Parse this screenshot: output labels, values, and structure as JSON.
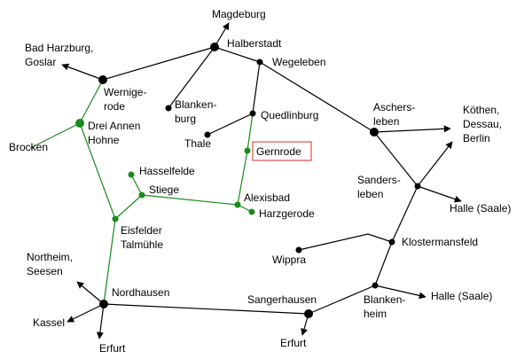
{
  "colors": {
    "narrow_gauge": "#1a8a1a",
    "standard_gauge": "#000000",
    "highlight_box": "#d62b2b",
    "background": "#ffffff"
  },
  "labels": {
    "magdeburg": "Magdeburg",
    "halberstadt": "Halberstadt",
    "bad_harzburg_1": "Bad Harzburg,",
    "bad_harzburg_2": "Goslar",
    "wegeleben": "Wegeleben",
    "wernigerode_1": "Wernige-",
    "wernigerode_2": "rode",
    "blankenburg_1": "Blanken-",
    "blankenburg_2": "burg",
    "quedlinburg": "Quedlinburg",
    "drei_annen_1": "Drei Annen",
    "drei_annen_2": "Hohne",
    "aschersleben_1": "Aschers-",
    "aschersleben_2": "leben",
    "koethen_1": "Köthen,",
    "koethen_2": "Dessau,",
    "koethen_3": "Berlin",
    "brocken": "Brocken",
    "thale": "Thale",
    "gernrode": "Gernrode",
    "hasselfelde": "Hasselfelde",
    "stiege": "Stiege",
    "sandersleben_1": "Sanders-",
    "sandersleben_2": "leben",
    "alexisbad": "Alexisbad",
    "harzgerode": "Harzgerode",
    "halle_upper": "Halle (Saale)",
    "eisfelder_1": "Eisfelder",
    "eisfelder_2": "Talmühle",
    "klostermansfeld": "Klostermansfeld",
    "northeim_1": "Northeim,",
    "northeim_2": "Seesen",
    "wippra": "Wippra",
    "nordhausen": "Nordhausen",
    "sangerhausen": "Sangerhausen",
    "blankenheim_1": "Blanken-",
    "blankenheim_2": "heim",
    "halle_lower": "Halle (Saale)",
    "kassel": "Kassel",
    "erfurt_left": "Erfurt",
    "erfurt_right": "Erfurt"
  }
}
